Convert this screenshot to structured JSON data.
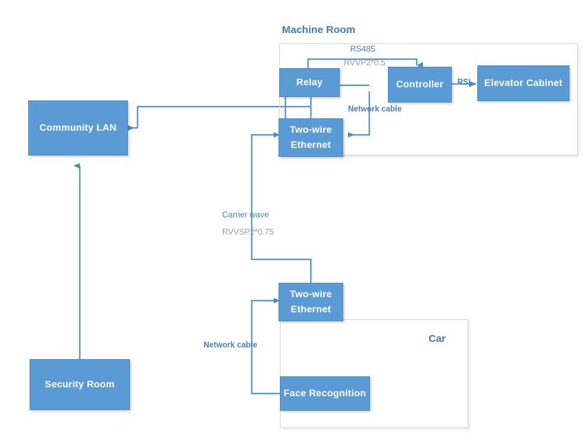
{
  "diagram": {
    "title_nodes": {
      "machine_room": "Machine Room",
      "car": "Car"
    },
    "nodes": [
      {
        "id": "community-lan",
        "label": "Community LAN"
      },
      {
        "id": "security-room",
        "label": "Security Room"
      },
      {
        "id": "relay",
        "label": "Relay"
      },
      {
        "id": "controller",
        "label": "Controller"
      },
      {
        "id": "elevator-cabinet",
        "label": "Elevator Cabinet"
      },
      {
        "id": "two-wire-ethernet-top",
        "label_line1": "Two-wire",
        "label_line2": "Ethernet"
      },
      {
        "id": "two-wire-ethernet-bottom",
        "label_line1": "Two-wire",
        "label_line2": "Ethernet"
      },
      {
        "id": "face-recognition",
        "label": "Face Recognition"
      }
    ],
    "edge_labels": {
      "rs485": "RS485",
      "rvvp": "RVVP2*0.5",
      "rsl": "RSL",
      "network_cable_top": "Network cable",
      "carrier_wave": "Carrier wave",
      "rvvsp": "RVVSP2*0.75",
      "network_cable_bottom": "Network cable"
    },
    "colors": {
      "node_fill": "#5b9bd5",
      "node_text": "#ffffff",
      "connector": "#5b9bd5",
      "group_title": "#3f7cb5",
      "group_border": "#d3d8de",
      "label_blue": "#4a7fb5",
      "label_gray": "#9a9a9a",
      "background": "#ffffff"
    }
  }
}
